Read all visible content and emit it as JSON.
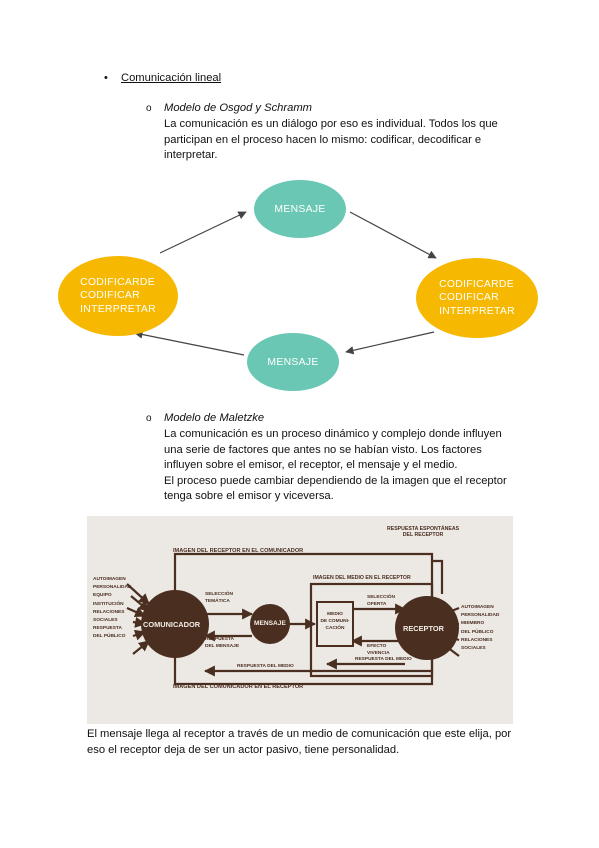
{
  "section": {
    "bullet": "•",
    "heading": "Comunicación lineal"
  },
  "osgood": {
    "marker": "o",
    "title": "Modelo de Osgod y Schramm",
    "paragraph": "La comunicación es un diálogo por eso es individual. Todos los que\nparticipan en el proceso hacen lo mismo: codificar, decodificar e\ninterpretar."
  },
  "diagram": {
    "top_node": "MENSAJE",
    "bottom_node": "MENSAJE",
    "left_node": [
      "CODIFICARDE",
      "CODIFICAR",
      "INTERPRETAR"
    ],
    "right_node": [
      "CODIFICARDE",
      "CODIFICAR",
      "INTERPRETAR"
    ],
    "node_colors": {
      "teal": "#6ac7b4",
      "gold": "#f6b800"
    }
  },
  "maletzke": {
    "marker": "o",
    "title": "Modelo de Maletzke",
    "paragraph": "La comunicación es un proceso dinámico y complejo donde influyen\nuna serie de factores que antes no se habían visto.  Los factores\ninfluyen sobre el emisor, el receptor, el mensaje y el medio.\nEl proceso puede cambiar dependiendo de la imagen que el receptor\ntenga sobre el emisor y viceversa."
  },
  "maletzke_figure": {
    "top_label": "IMAGEN DEL RECEPTOR EN EL COMUNICADOR",
    "top_right_label": [
      "RESPUESTA ESPONTÁNEAS",
      "DEL RECEPTOR"
    ],
    "medio_image_label": "IMAGEN DEL MEDIO EN EL RECEPTOR",
    "bottom_label": "IMAGEN DEL COMUNICADOR EN EL RECEPTOR",
    "comunicador": "COMUNICADOR",
    "mensaje": "MENSAJE",
    "medio": [
      "MEDIO",
      "DE COMUNI-",
      "CACIÓN"
    ],
    "receptor": "RECEPTOR",
    "seleccion_tematica": [
      "SELECCIÓN",
      "TEMÁTICA"
    ],
    "respuesta_mensaje": [
      "RESPUESTA",
      "DEL MENSAJE"
    ],
    "seleccion_oferta": [
      "SELECCIÓN",
      "OFERTA"
    ],
    "efecto_vivencia": [
      "EFECTO",
      "VIVENCIA"
    ],
    "respuesta_medio": "RESPUESTA DEL MEDIO",
    "respuesta_medio_2": "RESPUESTA DEL MEDIO",
    "left_factors": [
      "AUTOIMAGEN",
      "PERSONALIDAD",
      "EQUIPO",
      "INSTITUCIÓN",
      "RELACIONES",
      "SOCIALES",
      "RESPUESTA",
      "DEL PÚBLICO"
    ],
    "right_factors": [
      "AUTOIMAGEN",
      "PERSONALIDAD",
      "MIEMBRO",
      "DEL PÚBLICO",
      "RELACIONES",
      "SOCIALES"
    ],
    "ink": "#4a2e20"
  },
  "closing": {
    "paragraph": "El mensaje llega al receptor a través de un medio de comunicación que este elija, por\neso el receptor deja de ser un actor pasivo, tiene personalidad."
  }
}
